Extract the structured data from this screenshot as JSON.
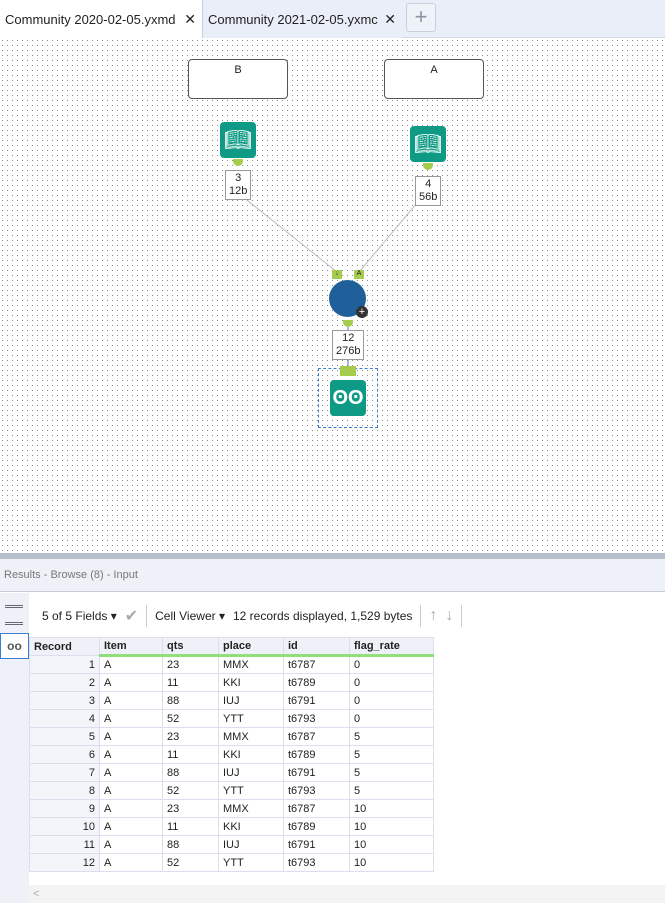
{
  "tabs": [
    {
      "label": "Community 2020-02-05.yxmd",
      "active": true
    },
    {
      "label": "Community 2021-02-05.yxmc",
      "active": false
    }
  ],
  "canvas": {
    "comments": [
      "B",
      "A"
    ],
    "inputs": [
      {
        "records": "3",
        "bytes": "12b"
      },
      {
        "records": "4",
        "bytes": "56b"
      }
    ],
    "union_anchors": [
      "↓",
      "A"
    ],
    "union_output": {
      "records": "12",
      "bytes": "276b"
    }
  },
  "results": {
    "title": "Results - Browse (8) - Input",
    "fields_label": "5 of 5 Fields",
    "viewer_label": "Cell Viewer",
    "status": "12 records displayed, 1,529 bytes",
    "columns": [
      "Record",
      "Item",
      "qts",
      "place",
      "id",
      "flag_rate"
    ],
    "rows": [
      [
        "1",
        "A",
        "23",
        "MMX",
        "t6787",
        "0"
      ],
      [
        "2",
        "A",
        "11",
        "KKI",
        "t6789",
        "0"
      ],
      [
        "3",
        "A",
        "88",
        "IUJ",
        "t6791",
        "0"
      ],
      [
        "4",
        "A",
        "52",
        "YTT",
        "t6793",
        "0"
      ],
      [
        "5",
        "A",
        "23",
        "MMX",
        "t6787",
        "5"
      ],
      [
        "6",
        "A",
        "11",
        "KKI",
        "t6789",
        "5"
      ],
      [
        "7",
        "A",
        "88",
        "IUJ",
        "t6791",
        "5"
      ],
      [
        "8",
        "A",
        "52",
        "YTT",
        "t6793",
        "5"
      ],
      [
        "9",
        "A",
        "23",
        "MMX",
        "t6787",
        "10"
      ],
      [
        "10",
        "A",
        "11",
        "KKI",
        "t6789",
        "10"
      ],
      [
        "11",
        "A",
        "88",
        "IUJ",
        "t6791",
        "10"
      ],
      [
        "12",
        "A",
        "52",
        "YTT",
        "t6793",
        "10"
      ]
    ]
  },
  "colors": {
    "tool": "#0f9a86",
    "union": "#1f5f9a",
    "anchor": "#a6cc4e"
  }
}
